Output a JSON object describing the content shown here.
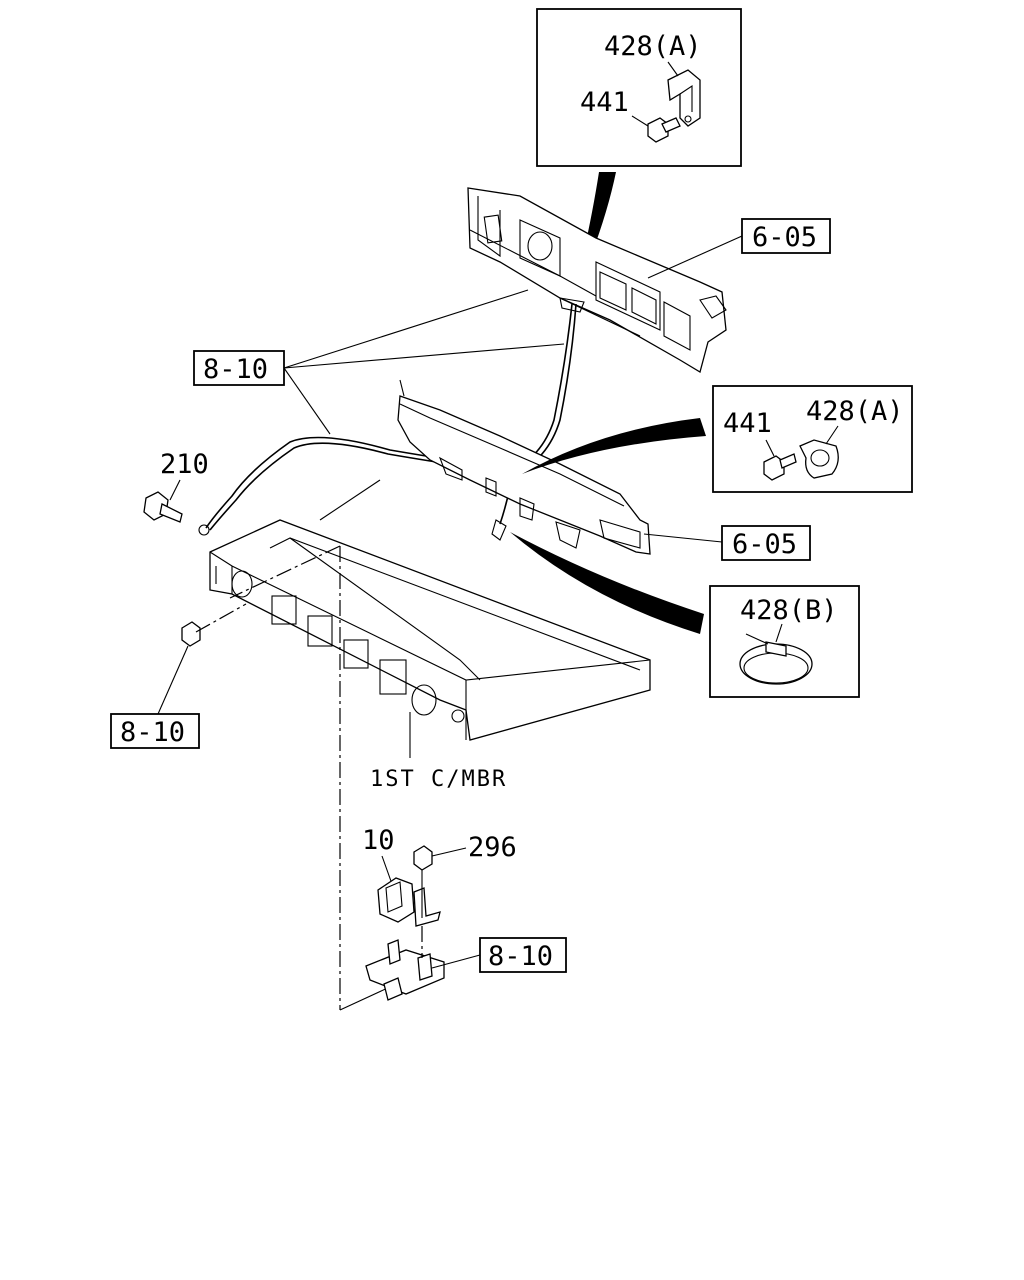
{
  "labels": {
    "detail_top_a": "428(A)",
    "detail_top_b": "441",
    "ref_frame_upper": "6-05",
    "ref_harness_main": "8-10",
    "detail_mid_441": "441",
    "detail_mid_428a": "428(A)",
    "part_210": "210",
    "ref_frame_lower": "6-05",
    "detail_band_428b": "428(B)",
    "ref_harness_left": "8-10",
    "member_label": "1ST C/MBR",
    "part_10": "10",
    "part_296": "296",
    "ref_harness_bottom": "8-10"
  }
}
